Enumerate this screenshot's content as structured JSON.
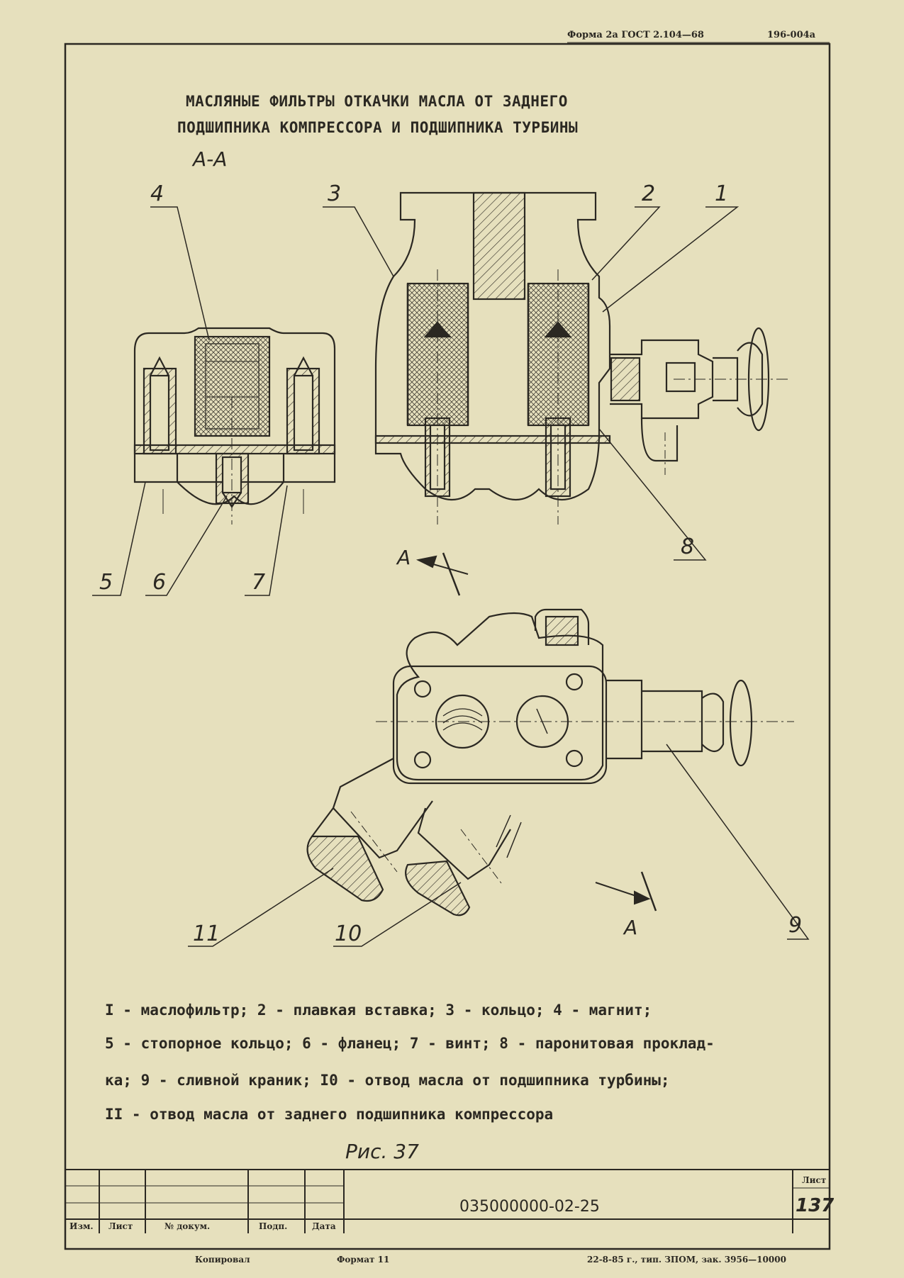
{
  "header": {
    "form": "Форма 2а ГОСТ 2.104—68",
    "code": "196-004а"
  },
  "title": {
    "line1": "МАСЛЯНЫЕ ФИЛЬТРЫ ОТКАЧКИ МАСЛА ОТ ЗАДНЕГО",
    "line2": "ПОДШИПНИКА КОМПРЕССОРА И ПОДШИПНИКА ТУРБИНЫ"
  },
  "section_label": "А-А",
  "callouts": {
    "c1": "1",
    "c2": "2",
    "c3": "3",
    "c4": "4",
    "c5": "5",
    "c6": "6",
    "c7": "7",
    "c8": "8",
    "c9": "9",
    "c10": "10",
    "c11": "11"
  },
  "section_arrows": {
    "top": "А",
    "bottom": "А"
  },
  "legend": {
    "line1": "I - маслофильтр; 2 - плавкая вставка; 3 - кольцо; 4 - магнит;",
    "line2": "5 - стопорное кольцо; 6 - фланец; 7 - винт; 8 - паронитовая проклад-",
    "line3": "ка; 9 - сливной краник; I0 - отвод масла от подшипника турбины;",
    "line4": "II - отвод масла от заднего подшипника компрессора"
  },
  "figure_caption": "Рис. 37",
  "title_block": {
    "col_izm": "Изм.",
    "col_list": "Лист",
    "col_dokum": "№ докум.",
    "col_podp": "Подп.",
    "col_data": "Дата",
    "doc_code": "035000000-02-25",
    "sheet_label": "Лист",
    "sheet_number": "137"
  },
  "footer": {
    "copied": "Копировал",
    "format": "Формат 11",
    "print": "22-8-85 г., тип. ЗПОМ, зак. 3956—10000"
  },
  "colors": {
    "paper": "#e6e0bd",
    "ink": "#2b2822"
  }
}
